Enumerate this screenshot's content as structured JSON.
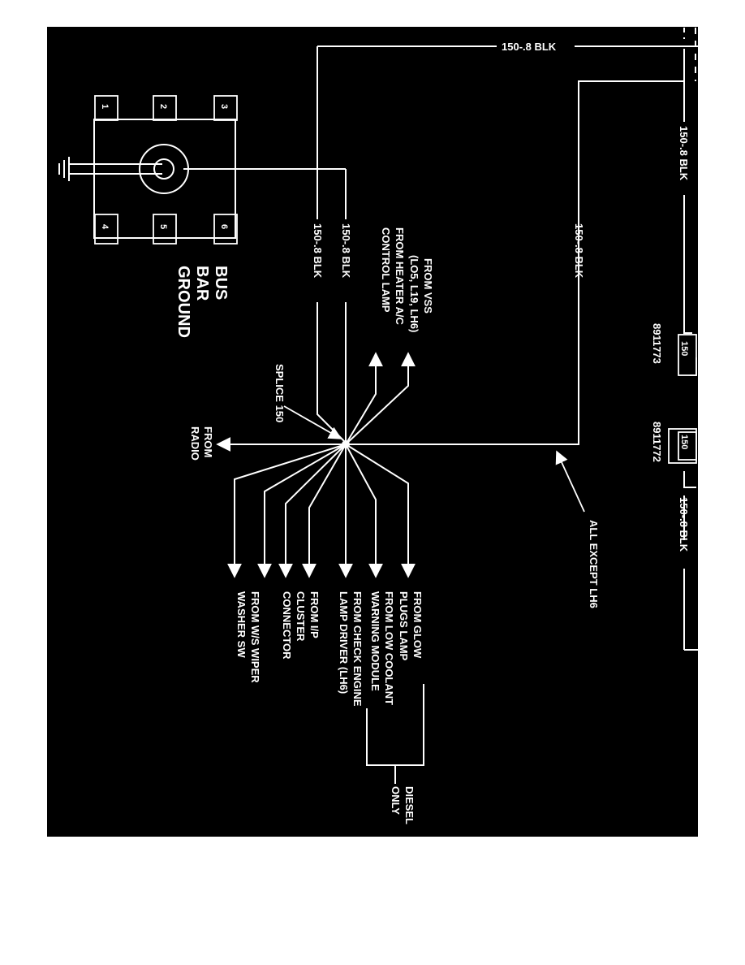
{
  "diagram": {
    "background": "#000000",
    "foreground": "#ffffff",
    "wire_label": "150-.8 BLK",
    "bus_bar": {
      "title_lines": [
        "BUS",
        "BAR",
        "GROUND"
      ],
      "pins": [
        "1",
        "2",
        "3",
        "4",
        "5",
        "6"
      ]
    },
    "splice_label": "SPLICE 150",
    "from_radio_lines": [
      "FROM",
      "RADIO"
    ],
    "from_vss_lines": [
      "FROM VSS",
      "(LO5, L19, LH6)"
    ],
    "from_heater_lines": [
      "FROM HEATER A/C",
      "CONTROL LAMP"
    ],
    "connectors": [
      {
        "part": "8911773",
        "pin": "150"
      },
      {
        "part": "8911772",
        "pin": "150"
      }
    ],
    "all_except_label": "ALL EXCEPT LH6",
    "sources": [
      {
        "lines": [
          "FROM GLOW",
          "PLUGS LAMP"
        ]
      },
      {
        "lines": [
          "FROM LOW COOLANT",
          "WARNING MODULE"
        ]
      },
      {
        "lines": [
          "FROM CHECK ENGINE",
          "LAMP DRIVER (LH6)"
        ]
      },
      {
        "lines": [
          "FROM I/P",
          "CLUSTER",
          "CONNECTOR"
        ]
      },
      {
        "lines": [
          "FROM W/S WIPER",
          "WASHER SW"
        ]
      }
    ],
    "diesel_lines": [
      "DIESEL",
      "ONLY"
    ]
  }
}
